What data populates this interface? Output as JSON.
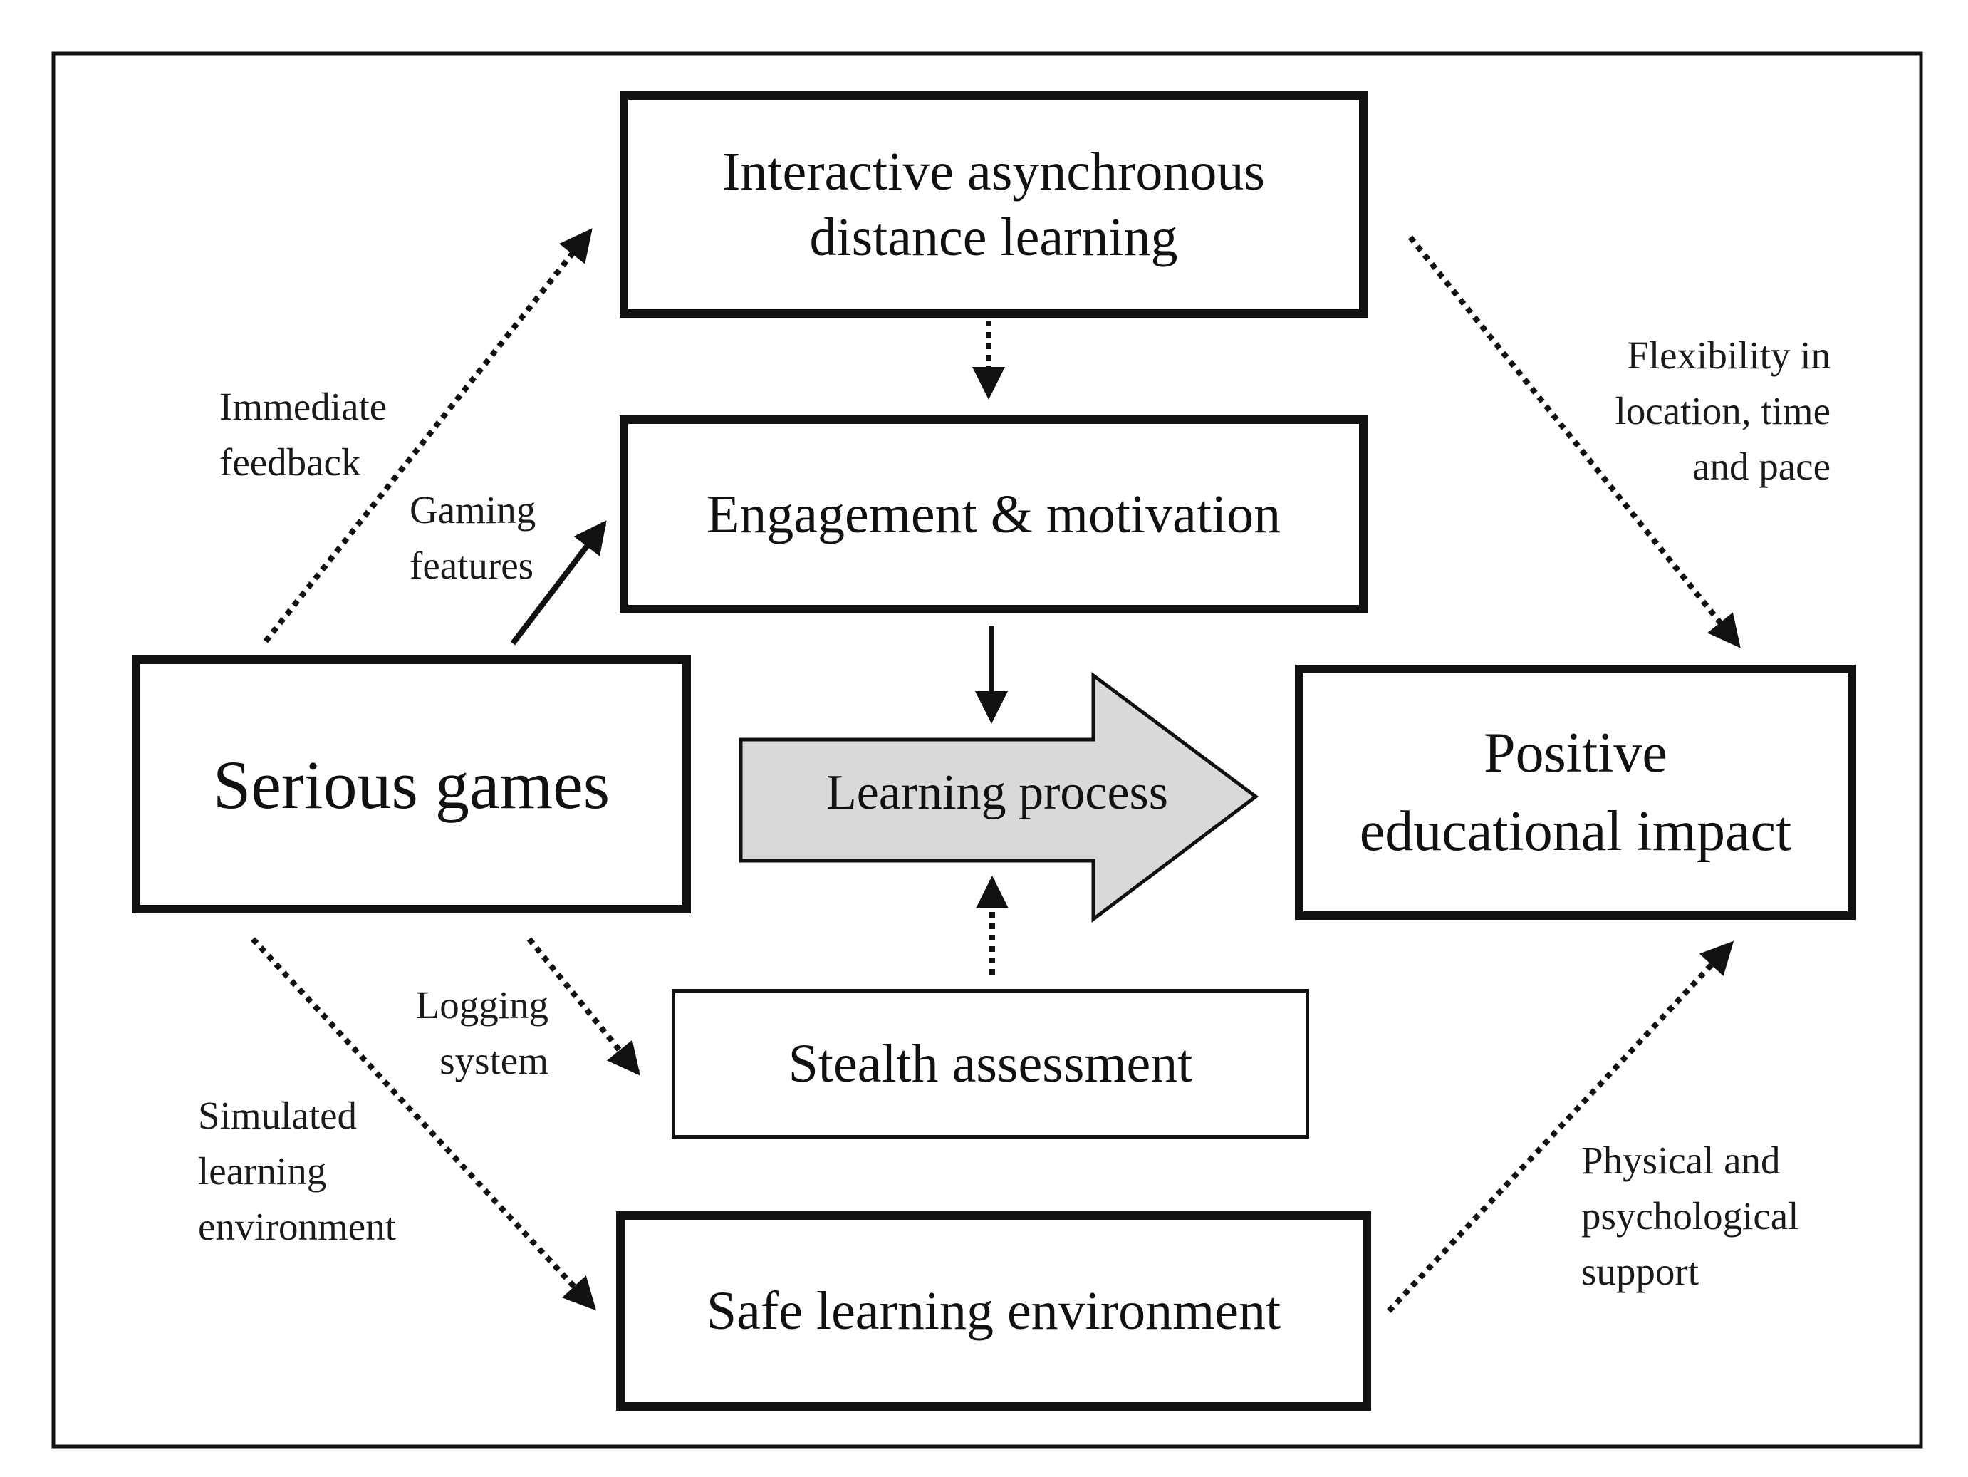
{
  "diagram": {
    "boxes": {
      "interactive_learning": "Interactive asynchronous\ndistance learning",
      "engagement": "Engagement & motivation",
      "serious_games": "Serious games",
      "learning_process": "Learning process",
      "positive_impact": "Positive\neducational impact",
      "stealth_assessment": "Stealth assessment",
      "safe_environment": "Safe learning environment"
    },
    "edge_labels": {
      "immediate_feedback": "Immediate\nfeedback",
      "gaming_features": "Gaming\nfeatures",
      "flexibility": "Flexibility in\nlocation, time\nand pace",
      "logging_system": "Logging\nsystem",
      "simulated_environment": "Simulated\nlearning\nenvironment",
      "physical_support": "Physical and\npsychological\nsupport"
    },
    "colors": {
      "stroke": "#111111",
      "process_fill": "#d9d9d9",
      "background": "#ffffff"
    }
  }
}
